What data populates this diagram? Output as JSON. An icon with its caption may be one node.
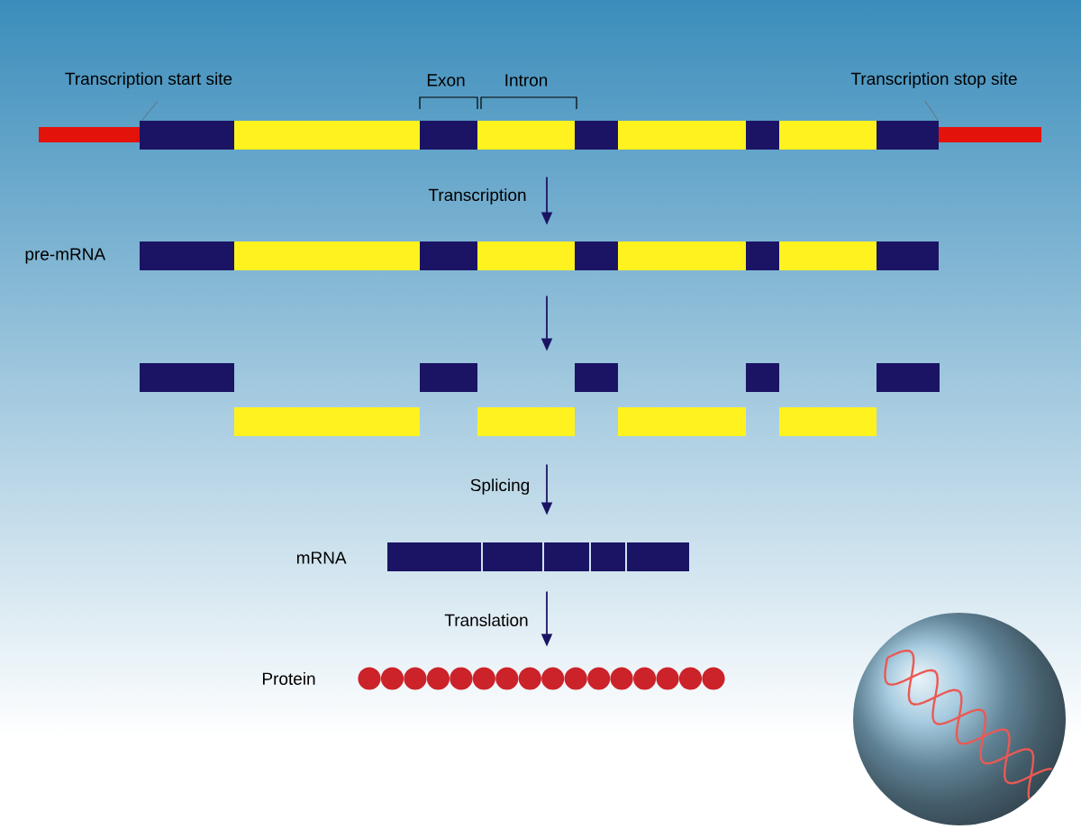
{
  "diagram": {
    "nodes": [
      {
        "text": [],
        "shape": "bar"
      },
      {
        "text": [
          "Transcription start site"
        ]
      },
      {
        "text": [
          "Transcription stop site"
        ]
      },
      {
        "text": [],
        "shape": "bar",
        "beside": [
          "pre-mRNA"
        ]
      },
      {
        "text": [],
        "shape": "bar"
      },
      {
        "text": [],
        "shape": "bar",
        "beside": [
          "mRNA"
        ]
      },
      {
        "text": [],
        "shape": "circle",
        "beside": [
          "Protein"
        ]
      }
    ],
    "edges": [
      {
        "from": 1,
        "to": 0,
        "arrow": "none"
      },
      {
        "from": 2,
        "to": 0,
        "arrow": "none"
      },
      {
        "from": 0,
        "to": 3,
        "arrow": "to",
        "label": "Transcription"
      },
      {
        "from": 3,
        "to": 4,
        "arrow": "to"
      },
      {
        "from": 4,
        "to": 5,
        "arrow": "to",
        "label": "Splicing"
      },
      {
        "from": 5,
        "to": 6,
        "arrow": "to",
        "label": "Translation"
      }
    ],
    "labels": [
      "Exon",
      "Intron"
    ]
  }
}
